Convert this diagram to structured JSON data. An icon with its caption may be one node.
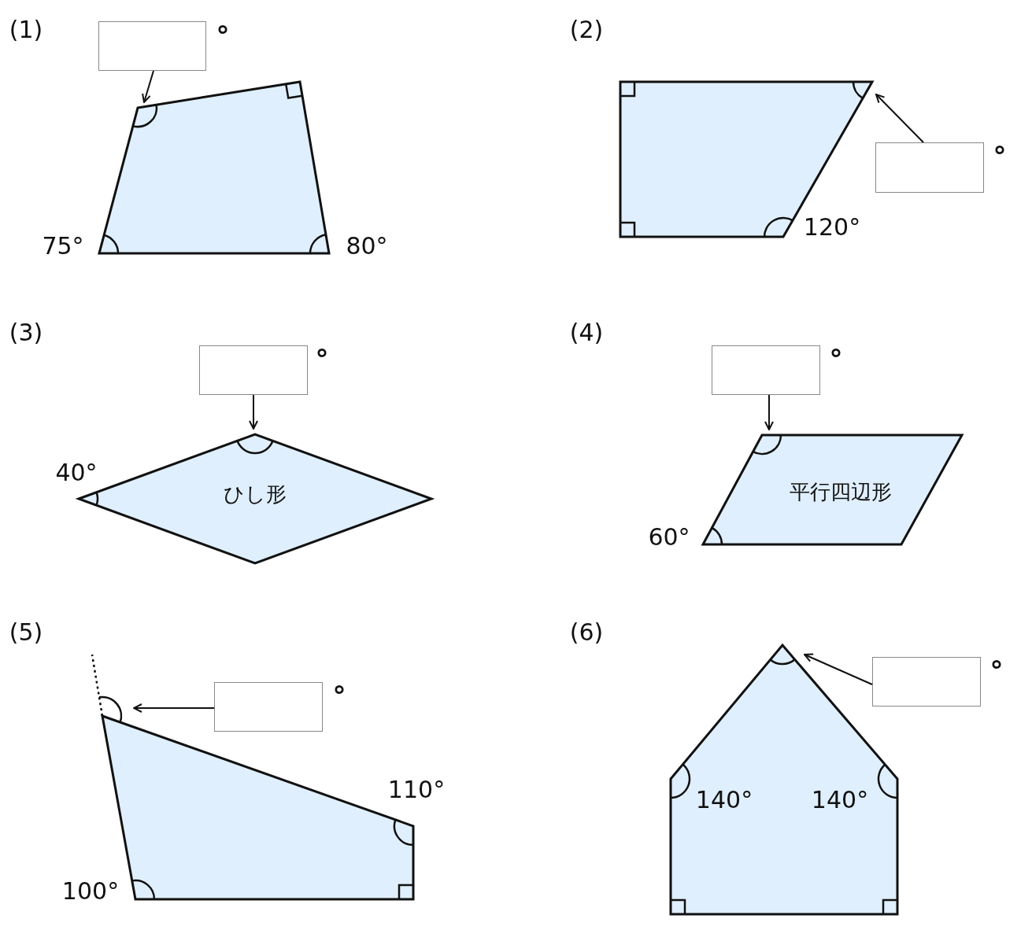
{
  "diagram": {
    "nodes": [
      {
        "text": [],
        "shape": "box",
        "beside": [
          "°"
        ]
      },
      {
        "text": [],
        "shape": "quadrilateral",
        "beside": [
          "75°",
          "80°"
        ]
      },
      {
        "text": [],
        "shape": "quadrilateral",
        "beside": [
          "120°"
        ]
      },
      {
        "text": [],
        "shape": "box",
        "beside": [
          "°"
        ]
      },
      {
        "text": [],
        "shape": "box",
        "beside": [
          "°"
        ]
      },
      {
        "text": [
          "ひし形"
        ],
        "beside": [
          "40°"
        ]
      },
      {
        "text": [],
        "shape": "box",
        "beside": [
          "°"
        ]
      },
      {
        "text": [
          "平行四辺形"
        ],
        "beside": [
          "60°"
        ]
      },
      {
        "text": [],
        "shape": "box",
        "beside": [
          "°"
        ]
      },
      {
        "text": [],
        "shape": "quadrilateral",
        "beside": [
          "110°",
          "100°"
        ]
      },
      {
        "text": [],
        "shape": "box",
        "beside": [
          "°"
        ]
      },
      {
        "text": [
          "140°",
          "140°"
        ]
      }
    ],
    "edges": [
      {
        "from": 0,
        "to": 1,
        "arrow": "to"
      },
      {
        "from": 3,
        "to": 2,
        "arrow": "to"
      },
      {
        "from": 4,
        "to": 5,
        "arrow": "to"
      },
      {
        "from": 6,
        "to": 7,
        "arrow": "to"
      },
      {
        "from": 8,
        "to": 9,
        "arrow": "to"
      },
      {
        "from": 10,
        "to": 11,
        "arrow": "to"
      }
    ],
    "labels": [
      "(1)",
      "(2)",
      "(3)",
      "(4)",
      "(5)",
      "(6)"
    ]
  }
}
